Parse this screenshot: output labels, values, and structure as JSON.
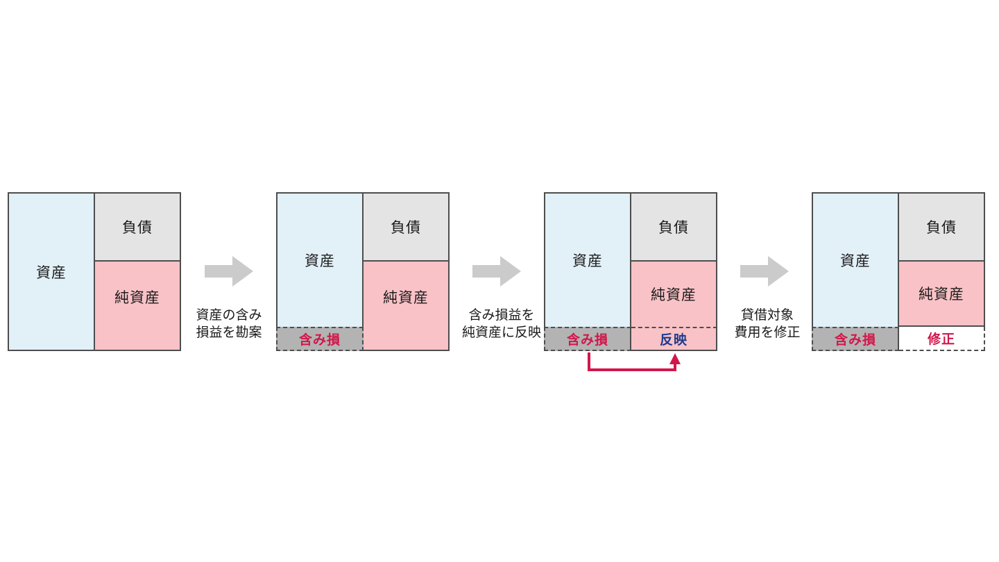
{
  "diagram": {
    "title": "balance-sheet-unrealized-loss-flow",
    "boxes": [
      {
        "asset_label": "資産",
        "liability_label": "負債",
        "net_asset_label": "純資産"
      },
      {
        "asset_label": "資産",
        "liability_label": "負債",
        "net_asset_label": "純資産",
        "unrealized_loss_label": "含み損"
      },
      {
        "asset_label": "資産",
        "liability_label": "負債",
        "net_asset_label": "純資産",
        "unrealized_loss_label": "含み損",
        "reflect_label": "反映"
      },
      {
        "asset_label": "資産",
        "liability_label": "負債",
        "net_asset_label": "純資産",
        "unrealized_loss_label": "含み損",
        "correction_label": "修正"
      }
    ],
    "steps": [
      {
        "caption_line1": "資産の含み",
        "caption_line2": "損益を勘案"
      },
      {
        "caption_line1": "含み損益を",
        "caption_line2": "純資産に反映"
      },
      {
        "caption_line1": "貸借対象",
        "caption_line2": "費用を修正"
      }
    ],
    "colors": {
      "asset_fill": "#e2f0f8",
      "liability_fill": "#e4e4e4",
      "net_asset_fill": "#f9c2c7",
      "loss_strip_fill": "#b3b3b3",
      "correction_strip_fill": "#ffffff",
      "border": "#4d4d4d",
      "flow_arrow_gray": "#cbcbcb",
      "accent_red": "#d2164b",
      "accent_navy": "#1e3a8c"
    }
  }
}
